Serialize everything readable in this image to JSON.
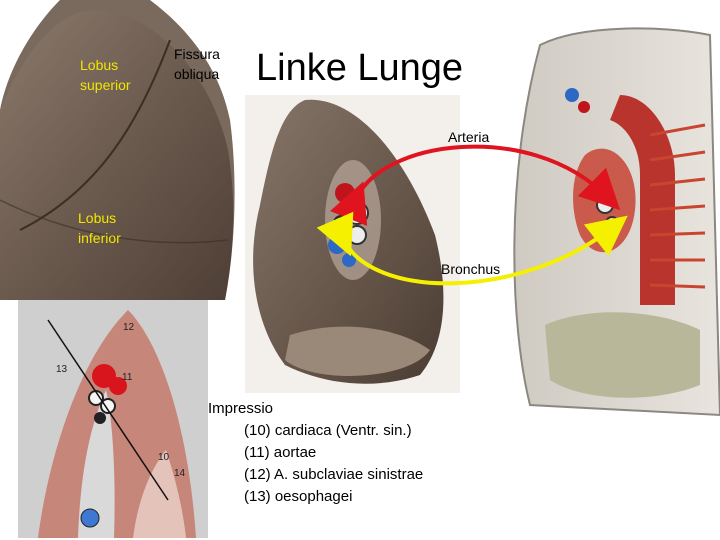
{
  "title": "Linke Lunge",
  "labels": {
    "lobus_superior": "Lobus superior",
    "fissura_obliqua": "Fissura obliqua",
    "lobus_inferior": "Lobus inferior",
    "arteria": "Arteria",
    "bronchus": "Bronchus"
  },
  "impressio": {
    "heading": "Impressio",
    "items": [
      "(10) cardiaca (Ventr. sin.)",
      "(11) aortae",
      "(12) A. subclaviae sinistrae",
      "(13) oesophagei"
    ]
  },
  "diagram_numbers": [
    "12",
    "13",
    "11",
    "10",
    "14"
  ],
  "colors": {
    "lung_tissue": "#6b5a4e",
    "label_yellow": "#f2e600",
    "arrow_red": "#e0141e",
    "arrow_yellow": "#f5f000"
  }
}
